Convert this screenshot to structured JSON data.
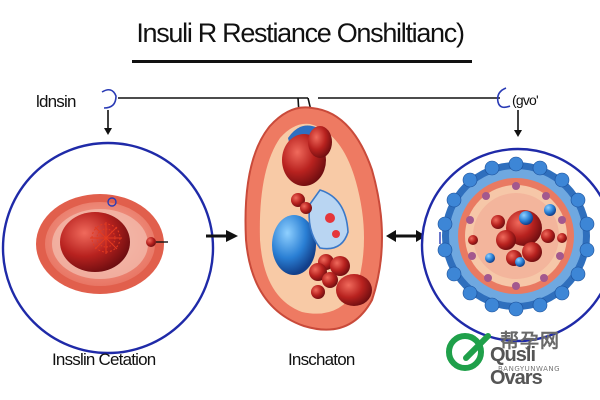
{
  "title": "Insuli R Restiance Onshiltianc)",
  "labels": {
    "top_left": "ldnsin",
    "top_right": "(gvo'",
    "bottom_left": "Insslin Cetation",
    "bottom_center": "Inschaton"
  },
  "watermark": {
    "cjk": "帮孕网",
    "text": "Qusli Ovars",
    "subtext": "BANGYUNWANG"
  },
  "colors": {
    "circle_border": "#1f2aa8",
    "cell_pink": "#f08070",
    "cell_red": "#b51f22",
    "membrane_blue": "#3a78c8",
    "watermark_green": "#1fa04a"
  }
}
